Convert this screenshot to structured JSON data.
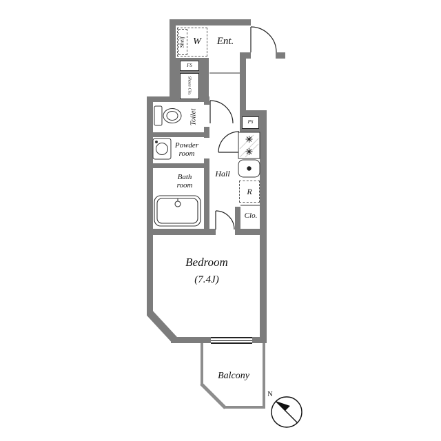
{
  "plan": {
    "labels": {
      "ent": "Ent.",
      "washer": "W",
      "shelf": "Shelf",
      "fs": "FS",
      "shoes_closet": "Shoes Clo.",
      "toilet": "Toilet",
      "powder_line1": "Powder",
      "powder_line2": "room",
      "bath_line1": "Bath",
      "bath_line2": "room",
      "hall": "Hall",
      "ps": "PS",
      "fridge": "R",
      "closet": "Clo.",
      "bedroom": "Bedroom",
      "bedroom_size": "(7.4J)",
      "balcony": "Balcony",
      "north": "N"
    },
    "colors": {
      "wall": "#7c7c7c",
      "balcony_wall": "#8d8d8d",
      "line": "#222222"
    }
  }
}
